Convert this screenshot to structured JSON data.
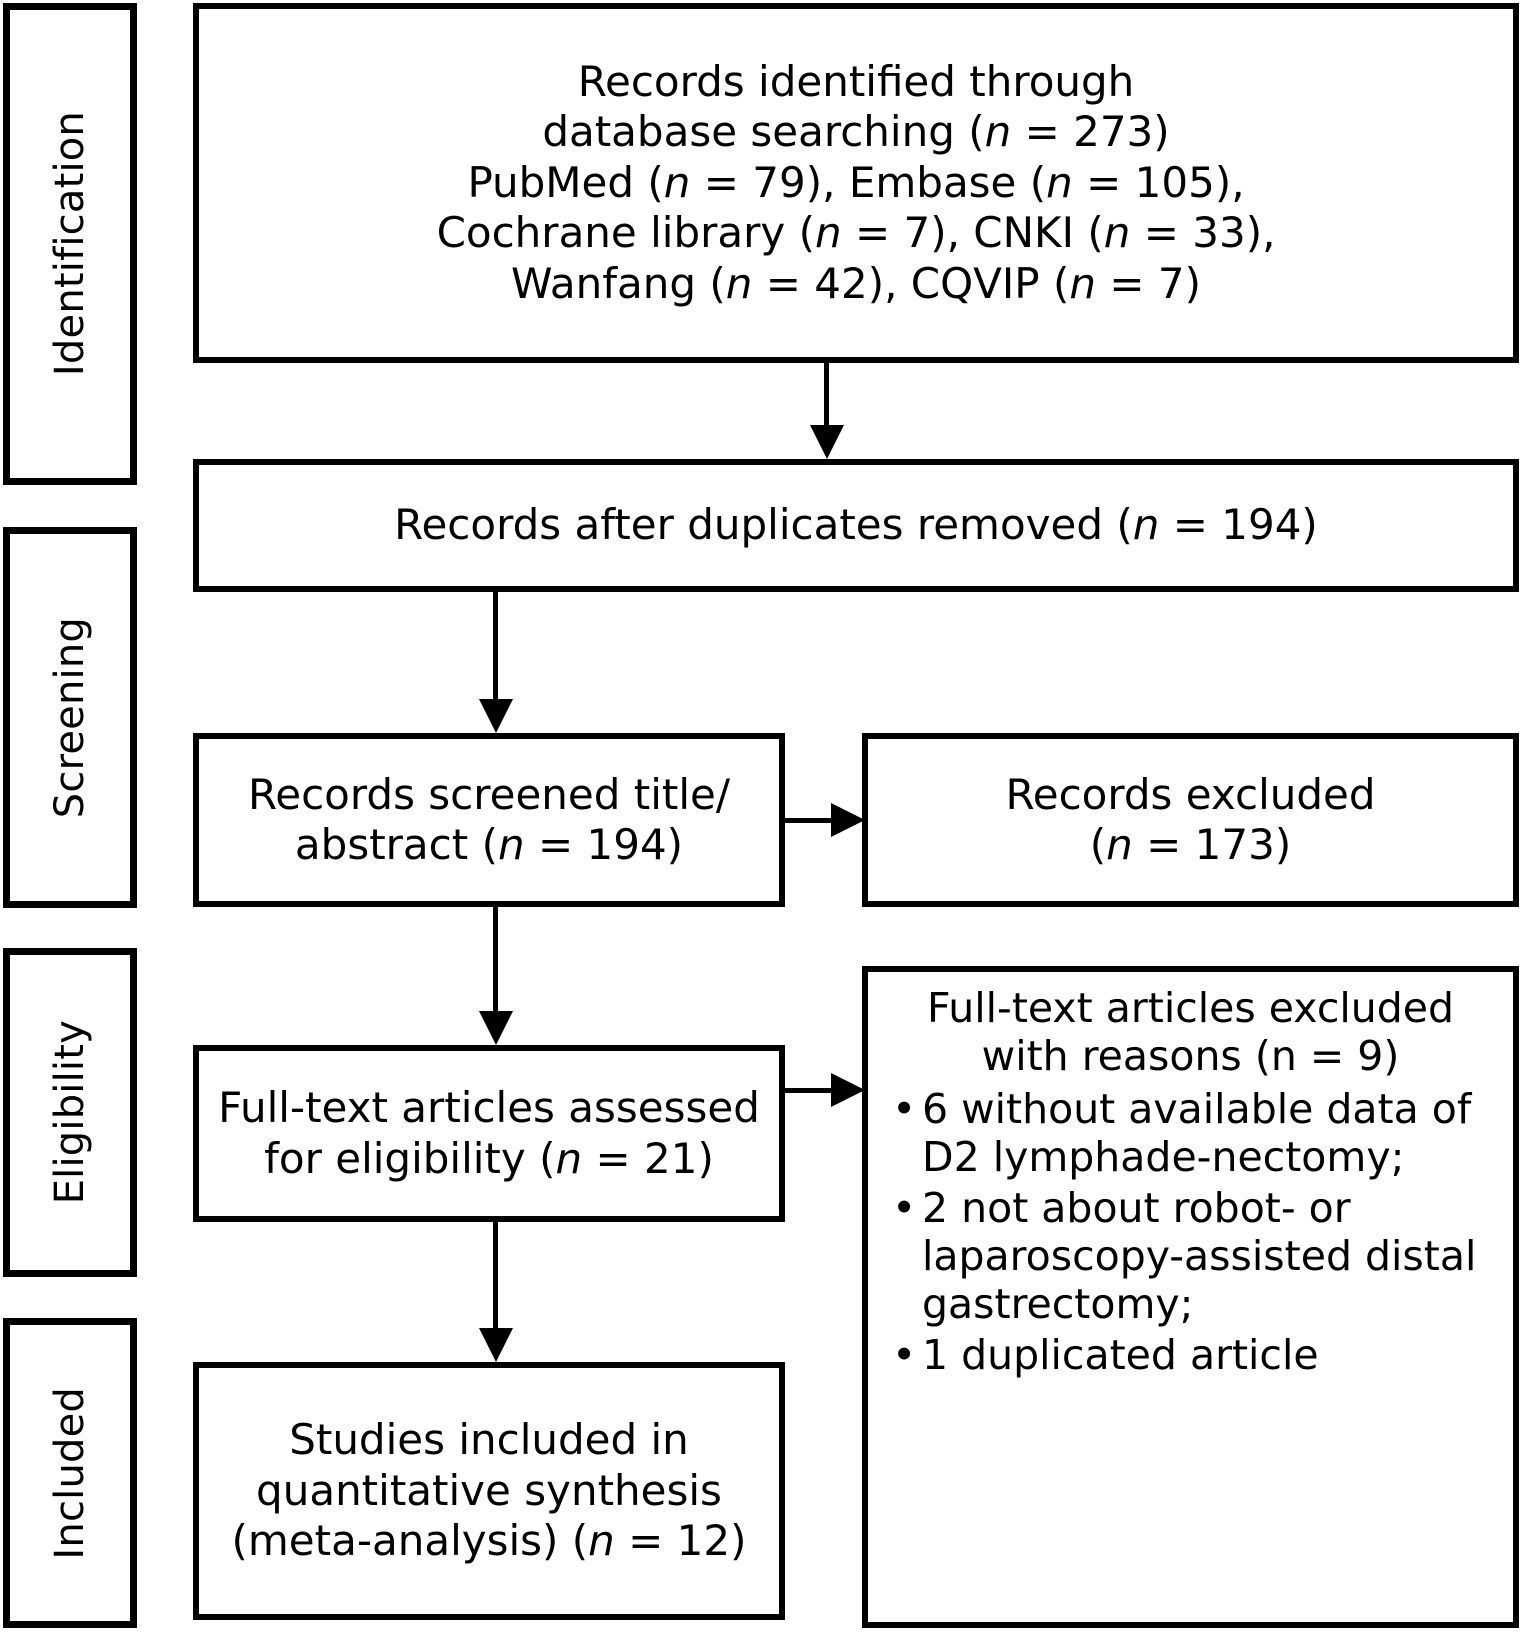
{
  "diagram": {
    "title": "PRISMA study selection flow diagram",
    "line_color": "#000000",
    "box_fill": "#ffffff"
  },
  "stages": [
    {
      "id": "identification",
      "label": "Identification"
    },
    {
      "id": "screening",
      "label": "Screening"
    },
    {
      "id": "eligibility",
      "label": "Eligibility"
    },
    {
      "id": "included",
      "label": "Included"
    }
  ],
  "boxes": {
    "identified": {
      "text": "Records identified through\ndatabase searching (n = 273)\nPubMed (n = 79), Embase (n = 105),\nCochrane library (n = 7), CNKI (n = 33),\nWanfang (n = 42), CQVIP (n = 7)"
    },
    "duplicates_removed": {
      "text": "Records after duplicates removed (n = 194)"
    },
    "screened": {
      "text": "Records screened title/\nabstract (n = 194)"
    },
    "records_excluded": {
      "text": "Records excluded\n(n = 173)"
    },
    "fulltext_assessed": {
      "text": "Full-text articles assessed\nfor eligibility (n = 21)"
    },
    "studies_included": {
      "text": "Studies included in\nquantitative synthesis\n(meta-analysis) (n = 12)"
    },
    "fulltext_excluded": {
      "heading": "Full-text articles excluded\nwith reasons (n = 9)",
      "reasons": [
        "6 without available data of D2 lymphade-nectomy;",
        "2 not about robot- or laparoscopy-assisted distal gastrectomy;",
        "1 duplicated article"
      ]
    }
  },
  "chart_data": {
    "type": "diagram",
    "title": "PRISMA flow diagram of study selection",
    "nodes": [
      {
        "id": "identified",
        "stage": "Identification",
        "label": "Records identified through database searching",
        "n": 273,
        "sources": [
          {
            "name": "PubMed",
            "n": 79
          },
          {
            "name": "Embase",
            "n": 105
          },
          {
            "name": "Cochrane library",
            "n": 7
          },
          {
            "name": "CNKI",
            "n": 33
          },
          {
            "name": "Wanfang",
            "n": 42
          },
          {
            "name": "CQVIP",
            "n": 7
          }
        ]
      },
      {
        "id": "duplicates_removed",
        "stage": "Screening",
        "label": "Records after duplicates removed",
        "n": 194
      },
      {
        "id": "screened",
        "stage": "Screening",
        "label": "Records screened title/abstract",
        "n": 194
      },
      {
        "id": "records_excluded",
        "stage": "Screening",
        "label": "Records excluded",
        "n": 173
      },
      {
        "id": "fulltext_assessed",
        "stage": "Eligibility",
        "label": "Full-text articles assessed for eligibility",
        "n": 21
      },
      {
        "id": "fulltext_excluded",
        "stage": "Eligibility",
        "label": "Full-text articles excluded with reasons",
        "n": 9,
        "reasons": [
          {
            "text": "without available data of D2 lymphadenectomy",
            "n": 6
          },
          {
            "text": "not about robot- or laparoscopy-assisted distal gastrectomy",
            "n": 2
          },
          {
            "text": "duplicated article",
            "n": 1
          }
        ]
      },
      {
        "id": "studies_included",
        "stage": "Included",
        "label": "Studies included in quantitative synthesis (meta-analysis)",
        "n": 12
      }
    ],
    "edges": [
      {
        "from": "identified",
        "to": "duplicates_removed",
        "direction": "down"
      },
      {
        "from": "duplicates_removed",
        "to": "screened",
        "direction": "down"
      },
      {
        "from": "screened",
        "to": "records_excluded",
        "direction": "right"
      },
      {
        "from": "screened",
        "to": "fulltext_assessed",
        "direction": "down"
      },
      {
        "from": "fulltext_assessed",
        "to": "fulltext_excluded",
        "direction": "right"
      },
      {
        "from": "fulltext_assessed",
        "to": "studies_included",
        "direction": "down"
      }
    ]
  }
}
